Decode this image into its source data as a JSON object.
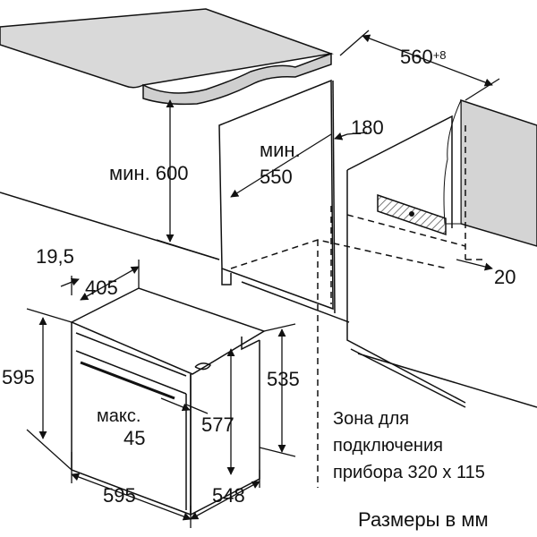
{
  "dimensions": {
    "niche_width": "560",
    "niche_width_tolerance": "+8",
    "min_height_label": "мин. 600",
    "min_depth_prefix": "мин.",
    "min_depth_value": "550",
    "vent_gap": "180",
    "rear_gap": "20",
    "panel_thickness": "19,5",
    "front_depth": "405",
    "oven_height": "595",
    "inner_height_right": "535",
    "body_height": "577",
    "max_label": "макс.",
    "max_value": "45",
    "oven_width": "595",
    "oven_depth": "548"
  },
  "connection_zone": {
    "line1": "Зона для",
    "line2": "подключения",
    "line3": "прибора 320 x 115"
  },
  "units_note": "Размеры в мм",
  "colors": {
    "worktop": "#d9d9d9",
    "cabinet_side": "#cfcfcf",
    "line": "#1a1a1a",
    "hatch": "#888888"
  }
}
